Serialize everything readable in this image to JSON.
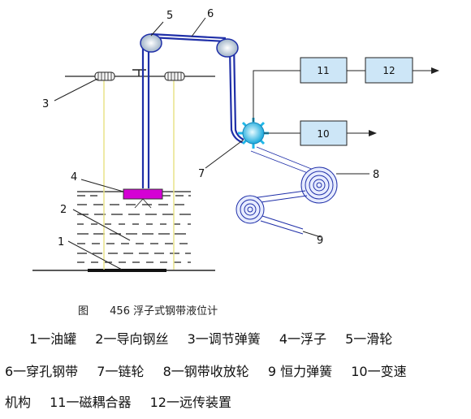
{
  "caption": {
    "fig_label": "图",
    "title": "456 浮子式钢带液位计"
  },
  "callouts": [
    "1",
    "2",
    "3",
    "4",
    "5",
    "6",
    "7",
    "8",
    "9"
  ],
  "boxes": {
    "b11": "11",
    "b12": "12",
    "b10": "10"
  },
  "legend": {
    "line1": [
      "1一油罐",
      "2一导向钢丝",
      "3一调节弹簧",
      "4一浮子",
      "5一滑轮"
    ],
    "line2": [
      "6一穿孔钢带",
      "7一链轮",
      "8一钢带收放轮",
      "9 恒力弹簧",
      "10一变速"
    ],
    "line3": [
      "机构",
      "11一磁耦合器",
      "12一远传装置"
    ]
  },
  "colors": {
    "box_fill": "#cde6f7",
    "guide_wire": "#1f2fa8",
    "float": "#d400d4",
    "sprocket": "#1fb7e8",
    "line": "#222222",
    "spring_col": "#e8e48a"
  }
}
